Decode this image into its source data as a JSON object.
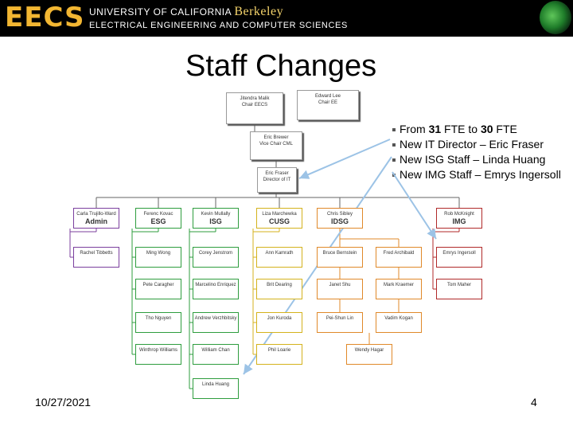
{
  "header": {
    "logo": "EECS",
    "university": "UNIVERSITY OF CALIFORNIA",
    "berkeley": "Berkeley",
    "department": "ELECTRICAL ENGINEERING AND COMPUTER SCIENCES"
  },
  "title": "Staff Changes",
  "bullets": [
    {
      "pre": "From ",
      "a": "31",
      "mid": " FTE to ",
      "b": "30",
      "post": " FTE"
    },
    {
      "text": "New IT Director – Eric Fraser"
    },
    {
      "text": "New ISG Staff – Linda Huang"
    },
    {
      "text": "New IMG Staff – Emrys Ingersoll"
    }
  ],
  "org": {
    "chair": {
      "name": "Jitendra Malik",
      "role": "Chair EECS"
    },
    "cochair": {
      "name": "Edward Lee",
      "role": "Chair EE"
    },
    "vicechair": {
      "name": "Eric Brewer",
      "role": "Vice Chair CML"
    },
    "director": {
      "name": "Eric Fraser",
      "role": "Director of IT"
    },
    "groups": [
      {
        "lead": "Carla Trujillo-Ward",
        "team": "Admin",
        "color": "#7b3f9e",
        "members": [
          "Rachel Tibbetts"
        ]
      },
      {
        "lead": "Ferenc Kovac",
        "team": "ESG",
        "color": "#2e9d3e",
        "members": [
          "Ming Wong",
          "Pete Caragher",
          "Tho Nguyen",
          "Winthrop Williams"
        ]
      },
      {
        "lead": "Kevin Mullally",
        "team": "ISG",
        "color": "#2e9d3e",
        "members": [
          "Corey Jenstrom",
          "Marcelino Enriquez",
          "Andrew Verzhbitsky",
          "William Chan",
          "Linda Huang"
        ]
      },
      {
        "lead": "Liza Marchewka",
        "team": "CUSG",
        "color": "#d4b21c",
        "members": [
          "Ann Kamrath",
          "Brit Dearing",
          "Jon Kuroda",
          "Phil Loarie"
        ]
      },
      {
        "lead": "Chris Sibley",
        "team": "IDSG",
        "color": "#e0892a",
        "members": [
          "Bruce Bernstein",
          "Fred Archibald",
          "Janet Shu",
          "Mark Kraemer",
          "Pei-Shun Lin",
          "Vadim Kogan",
          "Wendy Hagar"
        ]
      },
      {
        "lead": "Rob McKnight",
        "team": "IMG",
        "color": "#b02a2a",
        "members": [
          "Emrys Ingersoll",
          "Tom Maher"
        ]
      }
    ]
  },
  "footer": {
    "date": "10/27/2021",
    "page": "4"
  },
  "colors": {
    "header_bg": "#000000",
    "logo": "#f2b632",
    "arrow": "#9cc3e6"
  }
}
